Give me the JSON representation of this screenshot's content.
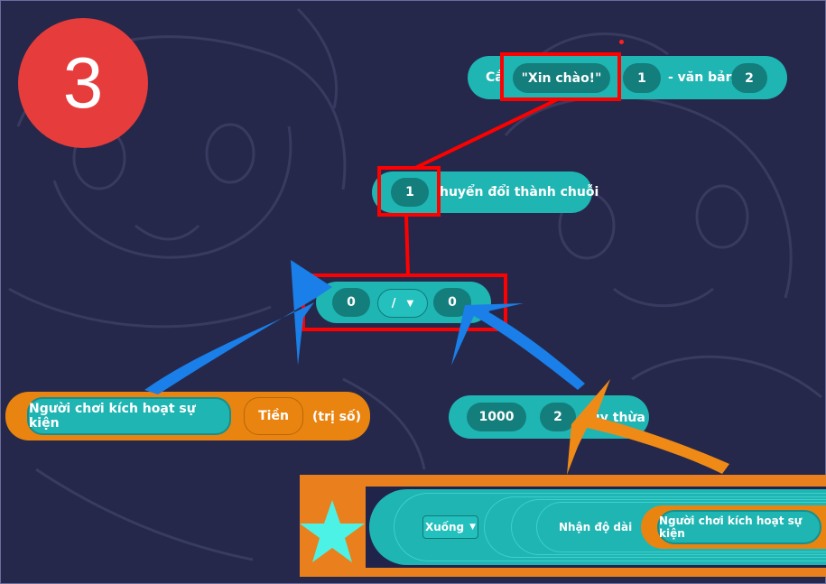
{
  "step_badge": "3",
  "blocks": {
    "substring": {
      "prefix": "Cắ",
      "text_slot": "\"Xin chào!\"",
      "start_slot": "1",
      "mid_label": "- văn bản",
      "end_slot": "2"
    },
    "convert": {
      "slot": "1",
      "label": "huyển đổi thành chuỗi"
    },
    "math": {
      "left_slot": "0",
      "operator": "/",
      "right_slot": "0"
    },
    "event_player": {
      "player_label": "Người chơi kích hoạt sự kiện",
      "field_label": "Tiền",
      "suffix": "(trị số)"
    },
    "power": {
      "base_slot": "1000",
      "exp_slot": "2",
      "label": "lũy thừa"
    },
    "stack": {
      "dropdown": "Xuống",
      "length_label": "Nhận độ dài",
      "player_label": "Người chơi kích hoạt sự kiện"
    }
  },
  "colors": {
    "block": "#1fb5b3",
    "slot": "#137e7c",
    "event": "#e98410",
    "highlight": "#ff0000",
    "arrow_blue": "#1a7fe8",
    "arrow_orange": "#f08a17",
    "badge": "#e63c3c",
    "star": "#4df2e6"
  },
  "icons": {
    "dropdown_arrow": "triangle-down",
    "star": "star"
  }
}
